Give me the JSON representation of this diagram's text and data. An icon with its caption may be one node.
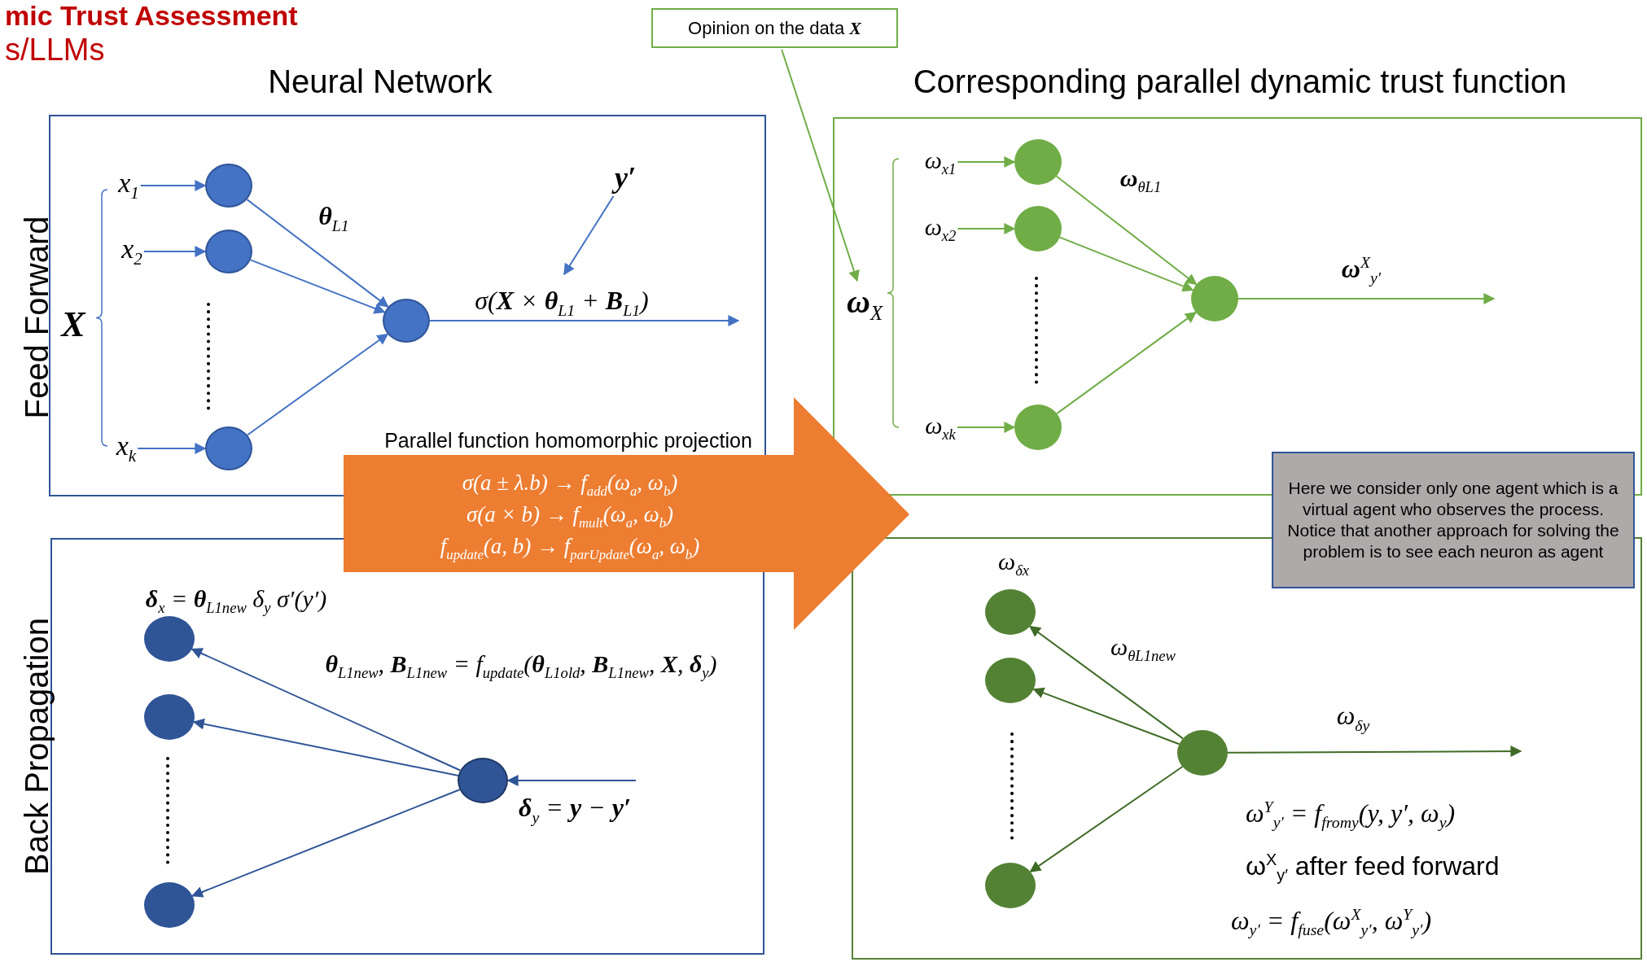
{
  "diagram": {
    "title": "mic Trust Assessment",
    "nodes": [
      {
        "text": [
          "Feed Forward"
        ]
      },
      {
        "text": [
          "x$_{1}$"
        ],
        "in": 0
      },
      {
        "text": [
          "x$_{2}$"
        ],
        "in": 0
      },
      {
        "text": [
          "x$_{k}$"
        ],
        "in": 0
      },
      {
        "text": [],
        "shape": "circle",
        "in": 0
      },
      {
        "text": [],
        "shape": "circle",
        "in": 0
      },
      {
        "text": [],
        "shape": "circle",
        "in": 0
      },
      {
        "text": [],
        "shape": "circle",
        "in": 0
      },
      {
        "text": [
          "y′"
        ],
        "in": 0
      },
      {
        "text": [
          "σ(a ± λ.b) → f$_{add}$(ω$_{a}$, ω$_{b}$)",
          "σ(a × b) → f$_{mult}$(ω$_{a}$, ω$_{b}$)",
          "f$_{update}$(a, b) → f$_{parUpdate}$(ω$_{a}$, ω$_{b}$)"
        ]
      },
      {
        "text": [
          "Back Propagation"
        ]
      },
      {
        "text": [],
        "shape": "circle",
        "in": 10,
        "beside": [
          "**δ**$_{x}$ = **θ**$_{L1new}$ δ$_{y}$ σ′(y′)"
        ]
      },
      {
        "text": [],
        "shape": "circle",
        "in": 10
      },
      {
        "text": [],
        "shape": "circle",
        "in": 10
      },
      {
        "text": [],
        "shape": "circle",
        "in": 10
      },
      {
        "text": [
          "Opinion on the data **X**"
        ]
      },
      {
        "text": [],
        "shape": "box"
      },
      {
        "text": [
          "**ω**$_{X}$"
        ],
        "in": 16
      },
      {
        "text": [
          "ω$_{x1}$"
        ],
        "in": 16
      },
      {
        "text": [
          "ω$_{x2}$"
        ],
        "in": 16
      },
      {
        "text": [
          "ω$_{xk}$"
        ],
        "in": 16
      },
      {
        "text": [],
        "shape": "circle",
        "in": 16
      },
      {
        "text": [],
        "shape": "circle",
        "in": 16
      },
      {
        "text": [],
        "shape": "circle",
        "in": 16
      },
      {
        "text": [],
        "shape": "circle",
        "in": 16
      },
      {
        "text": [
          "Here we consider only one agent which is a virtual agent who observes the process. Notice that another approach for solving the problem is to see each neuron as agent"
        ]
      },
      {
        "text": [],
        "shape": "box"
      },
      {
        "text": [],
        "shape": "circle",
        "in": 26,
        "beside": [
          "ω$_{δx}$"
        ]
      },
      {
        "text": [],
        "shape": "circle",
        "in": 26
      },
      {
        "text": [],
        "shape": "circle",
        "in": 26
      },
      {
        "text": [],
        "shape": "circle",
        "in": 26
      }
    ],
    "edges": [
      {
        "from": 1,
        "to": 4,
        "arrow": "to",
        "color": "#4472c4"
      },
      {
        "from": 2,
        "to": 5,
        "arrow": "to",
        "color": "#4472c4"
      },
      {
        "from": 3,
        "to": 6,
        "arrow": "to",
        "color": "#4472c4"
      },
      {
        "from": 4,
        "to": 7,
        "arrow": "to",
        "color": "#4472c4"
      },
      {
        "from": 5,
        "to": 7,
        "arrow": "to",
        "color": "#4472c4"
      },
      {
        "from": 6,
        "to": 7,
        "arrow": "to",
        "color": "#4472c4"
      },
      {
        "from": 7,
        "to": null,
        "arrow": "to",
        "label": "σ(**X** × **θ**$_{L1}$ + **B**$_{L1}$)",
        "color": "#4472c4"
      },
      {
        "from": 8,
        "to": null,
        "arrow": "to",
        "color": "#4472c4"
      },
      {
        "from": null,
        "to": 14,
        "arrow": "to",
        "label": "**δ**$_{y}$ = **y** − **y′**",
        "color": "#2f5597"
      },
      {
        "from": 14,
        "to": 11,
        "arrow": "to",
        "color": "#2f5597"
      },
      {
        "from": 14,
        "to": 12,
        "arrow": "to",
        "color": "#2f5597"
      },
      {
        "from": 14,
        "to": 13,
        "arrow": "to",
        "color": "#2f5597"
      },
      {
        "from": 15,
        "to": 17,
        "arrow": "to",
        "color": "#70ad47"
      },
      {
        "from": 18,
        "to": 21,
        "arrow": "to",
        "color": "#70ad47"
      },
      {
        "from": 19,
        "to": 22,
        "arrow": "to",
        "color": "#70ad47"
      },
      {
        "from": 20,
        "to": 23,
        "arrow": "to",
        "color": "#70ad47"
      },
      {
        "from": 21,
        "to": 24,
        "arrow": "to",
        "color": "#70ad47"
      },
      {
        "from": 22,
        "to": 24,
        "arrow": "to",
        "color": "#70ad47"
      },
      {
        "from": 23,
        "to": 24,
        "arrow": "to",
        "color": "#70ad47"
      },
      {
        "from": 24,
        "to": null,
        "arrow": "to",
        "label": "**ω**$^{X}$$_{y′}$",
        "color": "#70ad47"
      },
      {
        "from": 30,
        "to": 27,
        "arrow": "to",
        "color": "#3f6b27"
      },
      {
        "from": 30,
        "to": 28,
        "arrow": "to",
        "color": "#3f6b27"
      },
      {
        "from": 30,
        "to": 29,
        "arrow": "to",
        "color": "#3f6b27"
      },
      {
        "from": 30,
        "to": null,
        "arrow": "to",
        "label": "ω$_{δy}$",
        "color": "#3f6b27"
      }
    ],
    "labels": [
      "s/LLMs",
      "Neural Network",
      "Corresponding parallel dynamic trust function",
      "Parallel function homomorphic projection",
      "X",
      "**θ**$_{L1}$",
      "**θ**$_{L1new}$, **B**$_{L1new}$ = f$_{update}$(**θ**$_{L1old}$, **B**$_{L1new}$, **X**, **δ**$_{y}$)",
      "**ω**$_{θL1}$",
      "ω$_{θL1new}$",
      "ω$^{Y}$$_{y′}$ = f$_{fromy}$(y, y′, ω$_{y}$)",
      "ω$^{X}$$_{y′}$ after feed forward",
      "ω$_{y′}$ = f$_{fuse}$(ω$^{X}$$_{y′}$, ω$^{Y}$$_{y′}$)"
    ]
  }
}
